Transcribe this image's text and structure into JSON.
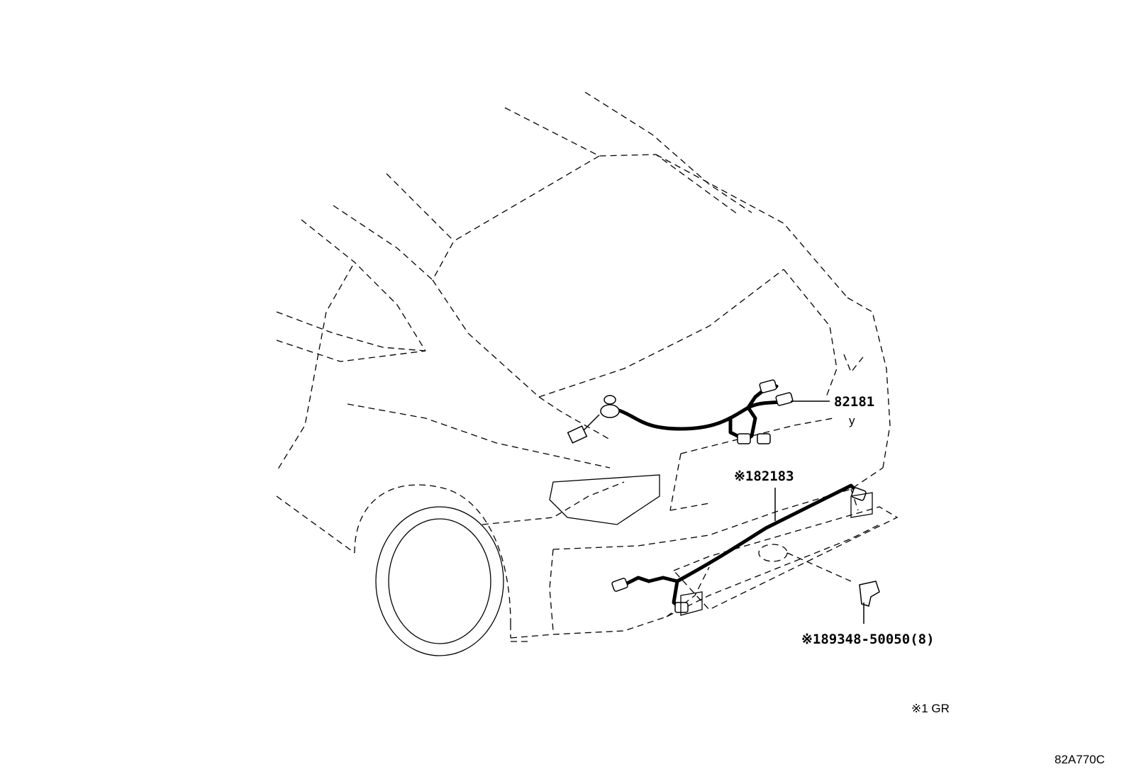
{
  "callouts": {
    "harness_upper": "82181",
    "harness_lower": "※182183",
    "clip": "※189348-50050(8)",
    "small_mark": "y"
  },
  "footnote": "※1 GR",
  "diagram_id": "82A770C"
}
